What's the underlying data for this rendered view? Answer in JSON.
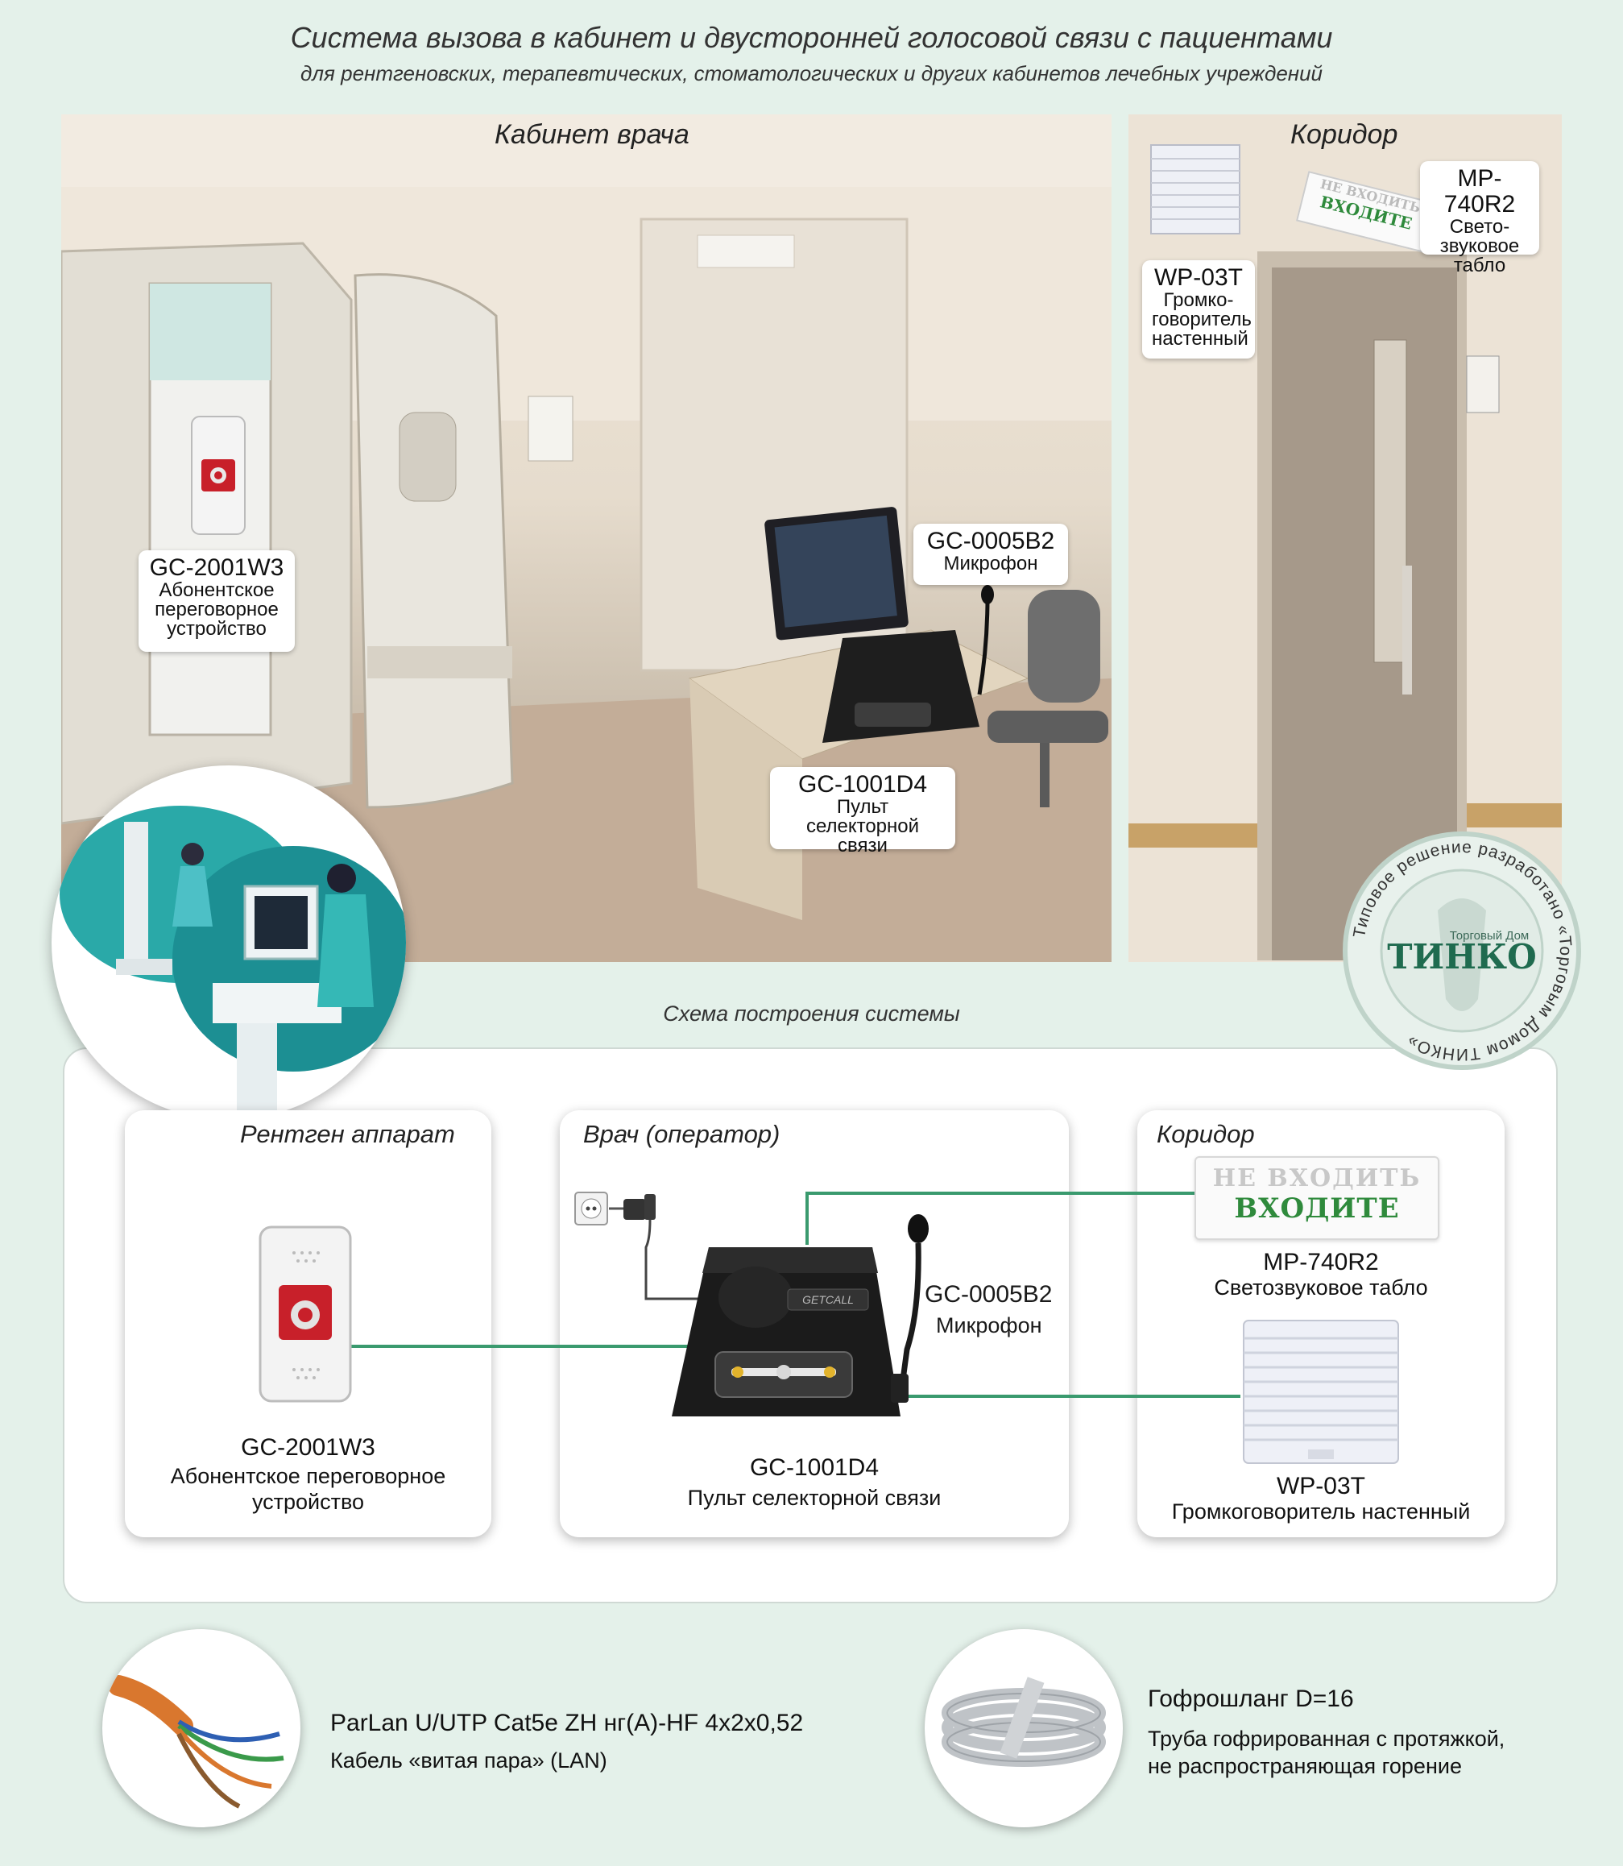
{
  "header": {
    "title": "Система вызова в кабинет и двусторонней голосовой связи с пациентами",
    "subtitle": "для рентгеновских, терапевтических, стоматологических и других кабинетов лечебных учреждений"
  },
  "photo_room": {
    "title": "Кабинет врача",
    "labels": {
      "intercom": {
        "code": "GC-2001W3",
        "desc1": "Абонентское",
        "desc2": "переговорное",
        "desc3": "устройство"
      },
      "microphone": {
        "code": "GC-0005B2",
        "desc1": "Микрофон"
      },
      "console": {
        "code": "GC-1001D4",
        "desc1": "Пульт селекторной",
        "desc2": "связи"
      }
    }
  },
  "photo_corridor": {
    "title": "Коридор",
    "labels": {
      "speaker": {
        "code": "WP-03T",
        "desc1": "Громко-",
        "desc2": "говоритель",
        "desc3": "настенный"
      },
      "board": {
        "code": "MP-740R2",
        "desc1": "Свето-",
        "desc2": "звуковое",
        "desc3": "табло"
      }
    },
    "sign_line1": "НЕ ВХОДИТЬ",
    "sign_line2": "ВХОДИТЕ"
  },
  "stamp": {
    "ring_text": "Типовое решение разработано «Торговым Домом ТИНКО»",
    "small": "Торговый Дом",
    "brand": "ТИНКО"
  },
  "schema": {
    "caption": "Схема построения системы",
    "xray": {
      "title": "Рентген аппарат",
      "code": "GC-2001W3",
      "desc1": "Абонентское переговорное",
      "desc2": "устройство"
    },
    "doctor": {
      "title": "Врач (оператор)",
      "mic_code": "GC-0005B2",
      "mic_desc": "Микрофон",
      "code": "GC-1001D4",
      "desc": "Пульт селекторной связи",
      "brand": "GETCALL"
    },
    "corridor": {
      "title": "Коридор",
      "board_code": "MP-740R2",
      "board_desc": "Светозвуковое табло",
      "speaker_code": "WP-03T",
      "speaker_desc": "Громкоговоритель настенный",
      "sign_line1": "НЕ ВХОДИТЬ",
      "sign_line2": "ВХОДИТЕ"
    }
  },
  "cables": {
    "lan": {
      "name": "ParLan U/UTP Cat5e ZH нг(А)-HF 4x2x0,52",
      "desc": "Кабель «витая пара» (LAN)"
    },
    "hose": {
      "name": "Гофрошланг D=16",
      "desc1": "Труба гофрированная с протяжкой,",
      "desc2": "не распространяющая горение"
    }
  },
  "colors": {
    "line": "#3a9a6e",
    "background": "#e4f1ea",
    "accent_green": "#2f8a3c",
    "button_red": "#c8202a"
  }
}
